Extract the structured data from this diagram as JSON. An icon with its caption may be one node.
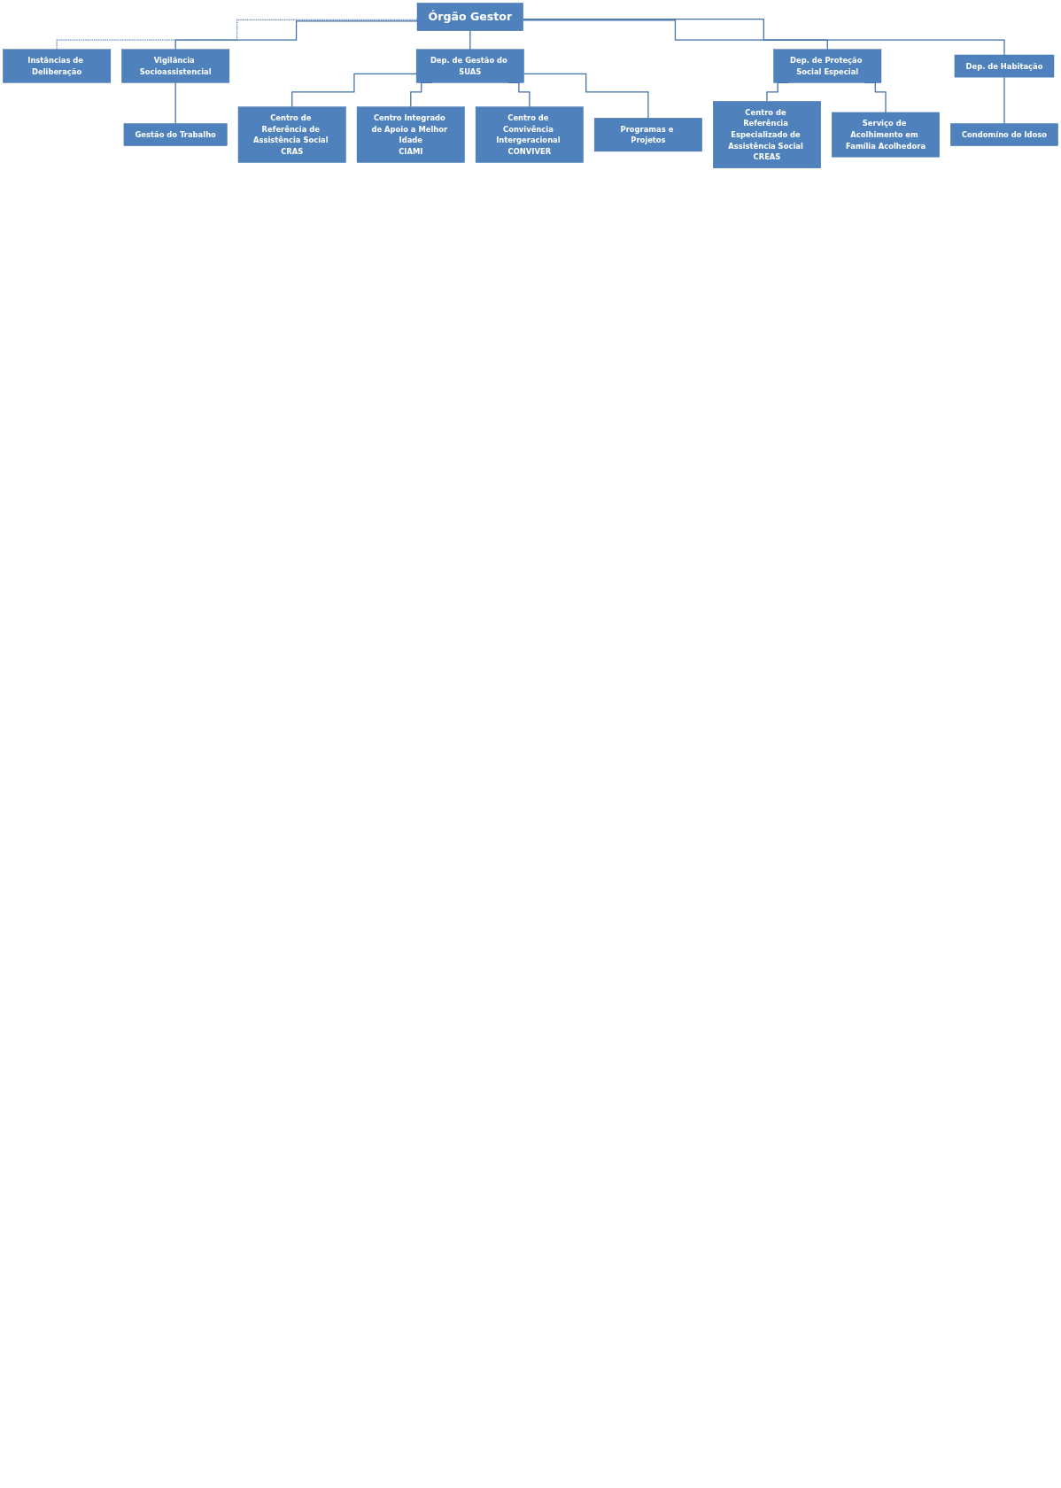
{
  "diagram": {
    "nodes": [
      {
        "text": [
          "Órgão Gestor"
        ]
      },
      {
        "text": [
          "Instâncias de Deliberação"
        ]
      },
      {
        "text": [
          "Vigilância Socioassistencial"
        ]
      },
      {
        "text": [
          "Gestão do Trabalho"
        ]
      },
      {
        "text": [
          "Dep. de Gestão do SUAS"
        ]
      },
      {
        "text": [
          "Dep. de Proteção Social Especial"
        ]
      },
      {
        "text": [
          "Dep. de Habitação"
        ]
      },
      {
        "text": [
          "Centro de Referência de Assistência Social CRAS"
        ]
      },
      {
        "text": [
          "Centro Integrado de Apoio a Melhor Idade",
          "CIAMI"
        ]
      },
      {
        "text": [
          "Centro de Convivência Intergeracional CONVIVER"
        ]
      },
      {
        "text": [
          "Programas e Projetos"
        ]
      },
      {
        "text": [
          "Centro de Referência Especializado de Assistência Social CREAS"
        ]
      },
      {
        "text": [
          "Serviço de Acolhimento em Família Acolhedora"
        ]
      },
      {
        "text": [
          "Condomíno do Idoso"
        ]
      }
    ],
    "edges": [
      {
        "from": 0,
        "to": 1,
        "arrow": "none",
        "style": "dashed"
      },
      {
        "from": 0,
        "to": 2,
        "arrow": "none"
      },
      {
        "from": 2,
        "to": 3,
        "arrow": "none"
      },
      {
        "from": 0,
        "to": 4,
        "arrow": "none"
      },
      {
        "from": 0,
        "to": 5,
        "arrow": "none"
      },
      {
        "from": 0,
        "to": 6,
        "arrow": "none"
      },
      {
        "from": 4,
        "to": 7,
        "arrow": "none"
      },
      {
        "from": 4,
        "to": 8,
        "arrow": "none"
      },
      {
        "from": 4,
        "to": 9,
        "arrow": "none"
      },
      {
        "from": 4,
        "to": 10,
        "arrow": "none"
      },
      {
        "from": 5,
        "to": 11,
        "arrow": "none"
      },
      {
        "from": 5,
        "to": 12,
        "arrow": "none"
      },
      {
        "from": 6,
        "to": 13,
        "arrow": "none"
      }
    ]
  }
}
